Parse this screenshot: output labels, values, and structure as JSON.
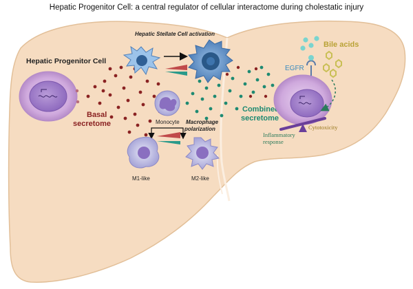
{
  "title": "Hepatic Progenitor Cell: a central regulator of cellular interactome during cholestatic injury",
  "labels": {
    "hpc": "Hepatic Progenitor Cell",
    "hsc_activation": "Hepatic Stellate Cell activation",
    "basal_line1": "Basal",
    "basal_line2": "secretome",
    "monocyte": "Monocyte",
    "macrophage_line1": "Macrophage",
    "macrophage_line2": "polarization",
    "m1": "M1-like",
    "m2": "M2-like",
    "combined_line1": "Combined",
    "combined_line2": "secretome",
    "egfr": "EGFR",
    "bile_acids": "Bile acids",
    "inflammatory_line1": "Inflammatory",
    "inflammatory_line2": "response",
    "cytotoxicity": "Cytotoxicity"
  },
  "colors": {
    "liver": "#f5dcc0",
    "liver_outline": "#e2bf98",
    "basal_secretome": "#8a2222",
    "combined_secretome": "#1e8a72",
    "cell_purple": "#c9a9de",
    "bile_acid": "#c9bf55",
    "stellate_blue": "#5d8fc9",
    "inflammatory": "#2a7a5a",
    "seesaw": "#6a3f9a"
  },
  "icons": [
    "hepatic-progenitor-cell-icon",
    "stellate-cell-icon",
    "activated-stellate-cell-icon",
    "monocyte-icon",
    "m1-macrophage-icon",
    "m2-macrophage-icon",
    "egfr-receptor-icon",
    "bile-acid-icon",
    "seesaw-icon"
  ]
}
